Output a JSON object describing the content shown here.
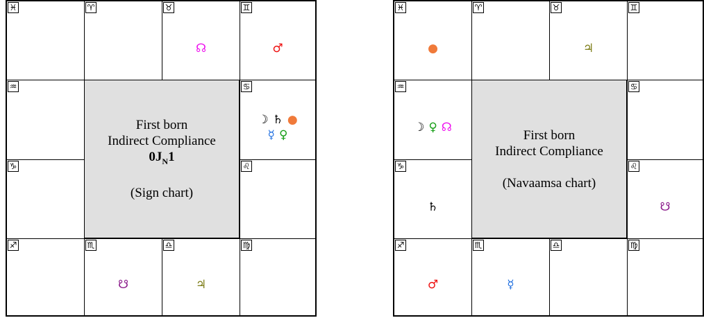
{
  "charts": [
    {
      "id": "sign",
      "center": {
        "line1": "First born",
        "line2": "Indirect Compliance",
        "code_prefix": "0J",
        "code_sub": "N",
        "code_suffix": "1",
        "caption": "(Sign chart)"
      },
      "houses": [
        {
          "sign": "♓",
          "row": 0,
          "col": 0,
          "planets": []
        },
        {
          "sign": "♈",
          "row": 0,
          "col": 1,
          "planets": []
        },
        {
          "sign": "♉",
          "row": 0,
          "col": 2,
          "planets": [
            [
              "rahu"
            ]
          ]
        },
        {
          "sign": "♊",
          "row": 0,
          "col": 3,
          "planets": [
            [
              "mars"
            ]
          ]
        },
        {
          "sign": "♒",
          "row": 1,
          "col": 0,
          "planets": []
        },
        {
          "sign": "♋",
          "row": 1,
          "col": 3,
          "planets": [
            [
              "moon",
              "saturn",
              "sun"
            ],
            [
              "mercury",
              "venus"
            ]
          ]
        },
        {
          "sign": "♑",
          "row": 2,
          "col": 0,
          "planets": []
        },
        {
          "sign": "♌",
          "row": 2,
          "col": 3,
          "planets": []
        },
        {
          "sign": "♐",
          "row": 3,
          "col": 0,
          "planets": []
        },
        {
          "sign": "♏",
          "row": 3,
          "col": 1,
          "planets": [
            [
              "ketu"
            ]
          ]
        },
        {
          "sign": "♎",
          "row": 3,
          "col": 2,
          "planets": [
            [
              "jupiter"
            ]
          ]
        },
        {
          "sign": "♍",
          "row": 3,
          "col": 3,
          "planets": []
        }
      ]
    },
    {
      "id": "nav",
      "center": {
        "line1": "First born",
        "line2": "Indirect Compliance",
        "code_prefix": "",
        "code_sub": "",
        "code_suffix": "",
        "caption": "(Navaamsa chart)"
      },
      "houses": [
        {
          "sign": "♓",
          "row": 0,
          "col": 0,
          "planets": [
            [
              "sun"
            ]
          ]
        },
        {
          "sign": "♈",
          "row": 0,
          "col": 1,
          "planets": []
        },
        {
          "sign": "♉",
          "row": 0,
          "col": 2,
          "planets": [
            [
              "jupiter"
            ]
          ]
        },
        {
          "sign": "♊",
          "row": 0,
          "col": 3,
          "planets": []
        },
        {
          "sign": "♒",
          "row": 1,
          "col": 0,
          "planets": [
            [
              "moon",
              "venus",
              "rahu"
            ]
          ]
        },
        {
          "sign": "♋",
          "row": 1,
          "col": 3,
          "planets": []
        },
        {
          "sign": "♑",
          "row": 2,
          "col": 0,
          "planets": [
            [
              "saturn"
            ]
          ]
        },
        {
          "sign": "♌",
          "row": 2,
          "col": 3,
          "planets": [
            [
              "ketu"
            ]
          ]
        },
        {
          "sign": "♐",
          "row": 3,
          "col": 0,
          "planets": [
            [
              "mars"
            ]
          ]
        },
        {
          "sign": "♏",
          "row": 3,
          "col": 1,
          "planets": [
            [
              "mercury"
            ]
          ]
        },
        {
          "sign": "♎",
          "row": 3,
          "col": 2,
          "planets": []
        },
        {
          "sign": "♍",
          "row": 3,
          "col": 3,
          "planets": []
        }
      ]
    }
  ],
  "planet_styles": {
    "sun": {
      "glyph": "●",
      "color": "#f07a3a",
      "icon": "sun-icon"
    },
    "moon": {
      "glyph": "☽",
      "color": "#000000",
      "icon": "moon-icon"
    },
    "mars": {
      "glyph": "♂",
      "color": "#ee1111",
      "icon": "mars-icon"
    },
    "mercury": {
      "glyph": "☿",
      "color": "#1f6fe0",
      "icon": "mercury-icon"
    },
    "jupiter": {
      "glyph": "♃",
      "color": "#7a7a12",
      "icon": "jupiter-icon"
    },
    "venus": {
      "glyph": "♀",
      "color": "#19a019",
      "icon": "venus-icon"
    },
    "saturn": {
      "glyph": "♄",
      "color": "#000000",
      "icon": "saturn-icon"
    },
    "rahu": {
      "glyph": "☊",
      "color": "#ee11ee",
      "icon": "rahu-icon"
    },
    "ketu": {
      "glyph": "☋",
      "color": "#8a1a8a",
      "icon": "ketu-icon"
    }
  }
}
